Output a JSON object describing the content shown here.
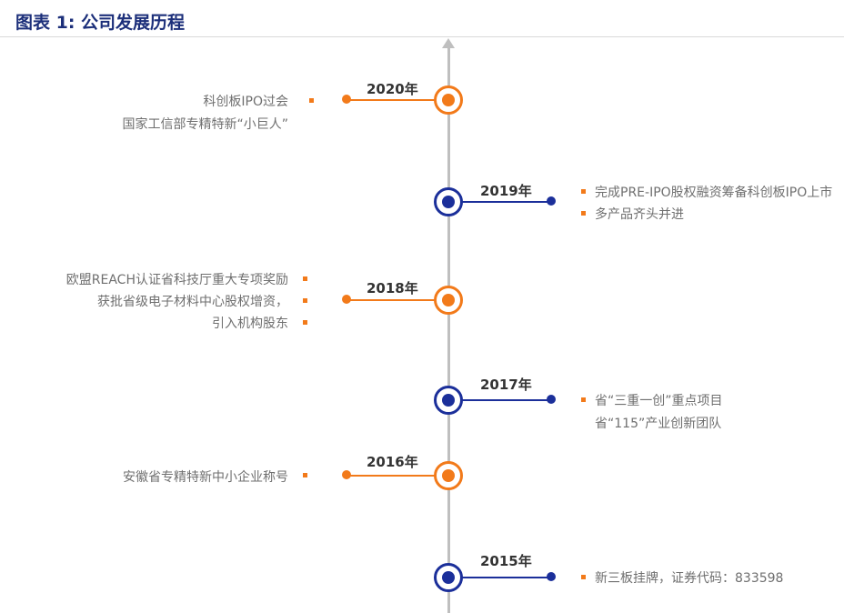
{
  "figure": {
    "title": "图表 1: 公司发展历程"
  },
  "colors": {
    "orange": "#f27a1a",
    "blue": "#1b2f9a",
    "axis": "#bfbfbf",
    "text": "#6f6f6f"
  },
  "milestones": [
    {
      "year": "2020年",
      "side": "left",
      "color": "orange",
      "items": [
        "科创板IPO过会",
        "国家工信部专精特新“小巨人”"
      ]
    },
    {
      "year": "2019年",
      "side": "right",
      "color": "blue",
      "items": [
        "完成PRE-IPO股权融资筹备科创板IPO上市",
        "多产品齐头并进"
      ]
    },
    {
      "year": "2018年",
      "side": "left",
      "color": "orange",
      "items": [
        "欧盟REACH认证省科技厅重大专项奖励",
        "获批省级电子材料中心股权增资，",
        "引入机构股东"
      ]
    },
    {
      "year": "2017年",
      "side": "right",
      "color": "blue",
      "items": [
        "省“三重一创”重点项目",
        "省“115”产业创新团队"
      ]
    },
    {
      "year": "2016年",
      "side": "left",
      "color": "orange",
      "items": [
        "安徽省专精特新中小企业称号"
      ]
    },
    {
      "year": "2015年",
      "side": "right",
      "color": "blue",
      "items": [
        "新三板挂牌，证券代码：833598"
      ]
    }
  ]
}
